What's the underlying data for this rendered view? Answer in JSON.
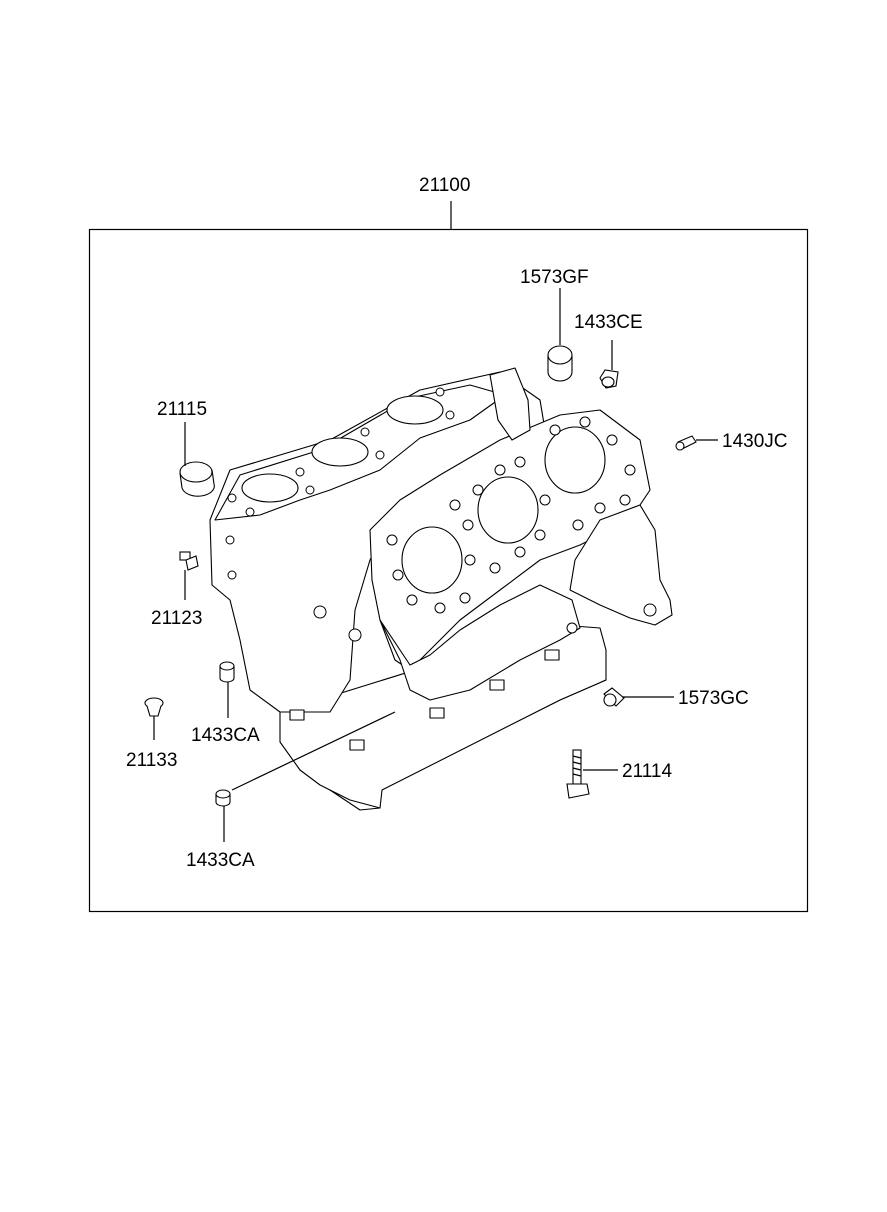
{
  "diagram": {
    "assembly_label": "21100",
    "parts": {
      "p1573GF": "1573GF",
      "p1433CE": "1433CE",
      "p1430JC": "1430JC",
      "p21115": "21115",
      "p21123": "21123",
      "p1573GC": "1573GC",
      "p21114": "21114",
      "p21133": "21133",
      "p1433CA_upper": "1433CA",
      "p1433CA_lower": "1433CA"
    }
  }
}
